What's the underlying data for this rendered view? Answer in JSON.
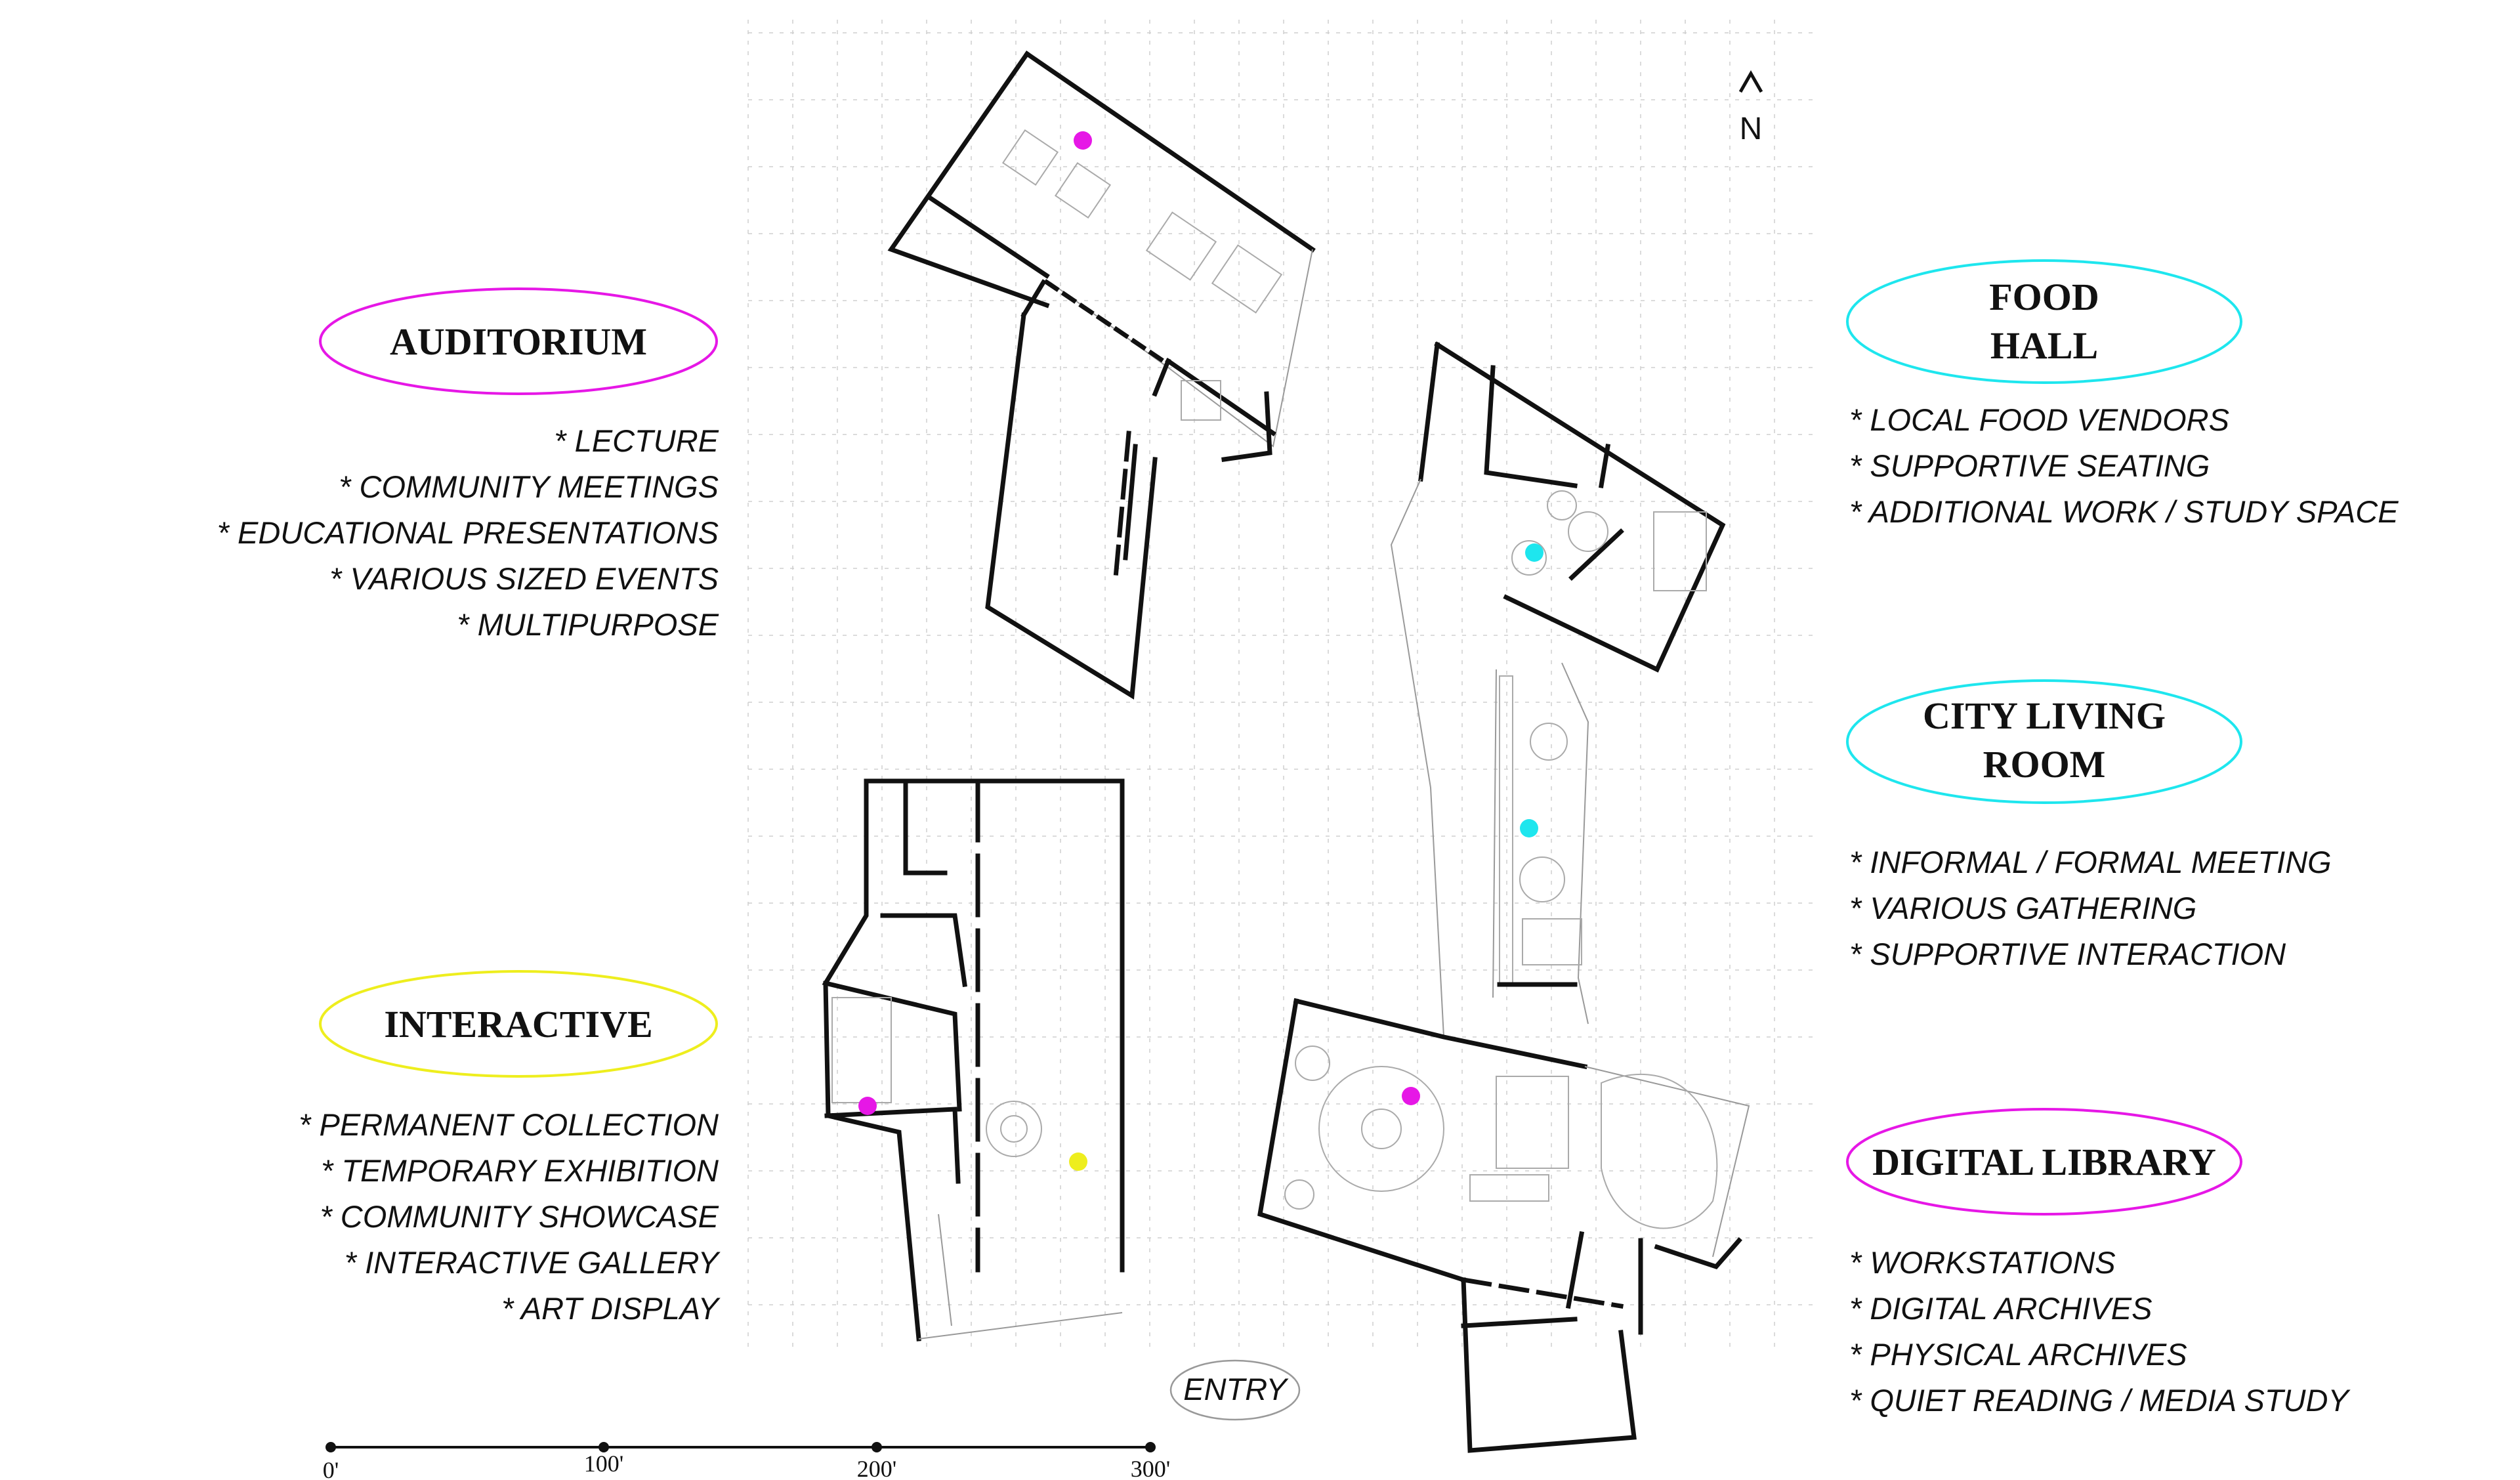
{
  "colors": {
    "magenta": "#e617e6",
    "cyan": "#1ee6ee",
    "yellow": "#eeee1e",
    "ink": "#111111",
    "grid": "#cfcfcf"
  },
  "north": {
    "label": "N"
  },
  "entry": {
    "label": "ENTRY"
  },
  "scale_bar": {
    "ticks": [
      "0'",
      "100'",
      "200'",
      "300'"
    ]
  },
  "programs": {
    "auditorium": {
      "title_lines": [
        "AUDITORIUM"
      ],
      "items": [
        "* LECTURE",
        "* COMMUNITY MEETINGS",
        "* EDUCATIONAL PRESENTATIONS",
        "* VARIOUS SIZED EVENTS",
        "* MULTIPURPOSE"
      ]
    },
    "interactive": {
      "title_lines": [
        "INTERACTIVE"
      ],
      "items": [
        "* PERMANENT COLLECTION",
        "* TEMPORARY EXHIBITION",
        "* COMMUNITY SHOWCASE",
        "* INTERACTIVE GALLERY",
        "* ART DISPLAY"
      ]
    },
    "food_hall": {
      "title_lines": [
        "FOOD",
        "HALL"
      ],
      "items": [
        "* LOCAL FOOD VENDORS",
        "* SUPPORTIVE SEATING",
        "* ADDITIONAL WORK / STUDY SPACE"
      ]
    },
    "city_living_room": {
      "title_lines": [
        "CITY LIVING",
        "ROOM"
      ],
      "items": [
        "* INFORMAL / FORMAL MEETING",
        "* VARIOUS GATHERING",
        "* SUPPORTIVE INTERACTION"
      ]
    },
    "digital_library": {
      "title_lines": [
        "DIGITAL LIBRARY"
      ],
      "items": [
        "* WORKSTATIONS",
        "* DIGITAL ARCHIVES",
        "* PHYSICAL ARCHIVES",
        "* QUIET READING / MEDIA STUDY"
      ]
    }
  }
}
